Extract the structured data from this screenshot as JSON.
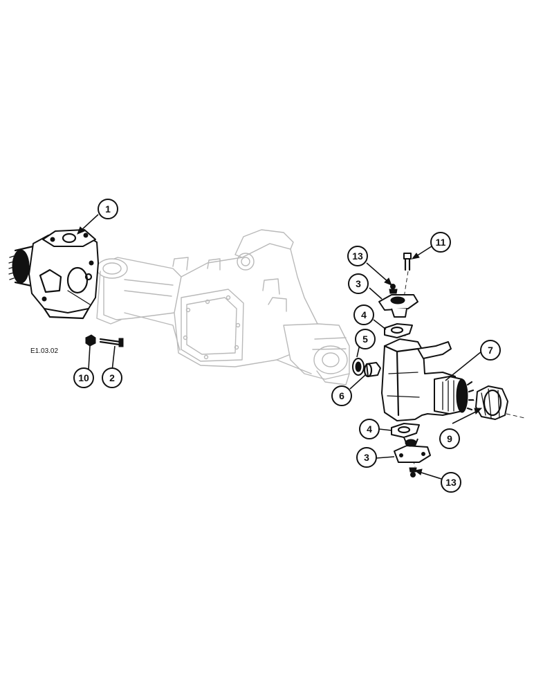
{
  "figure": {
    "reference_code": "E1.03.02"
  },
  "callouts": [
    {
      "id": "c1",
      "label": "1"
    },
    {
      "id": "c11",
      "label": "11"
    },
    {
      "id": "c13a",
      "label": "13"
    },
    {
      "id": "c3a",
      "label": "3"
    },
    {
      "id": "c4a",
      "label": "4"
    },
    {
      "id": "c5",
      "label": "5"
    },
    {
      "id": "c7",
      "label": "7"
    },
    {
      "id": "c6",
      "label": "6"
    },
    {
      "id": "c10",
      "label": "10"
    },
    {
      "id": "c2",
      "label": "2"
    },
    {
      "id": "c4b",
      "label": "4"
    },
    {
      "id": "c9",
      "label": "9"
    },
    {
      "id": "c3b",
      "label": "3"
    },
    {
      "id": "c13b",
      "label": "13"
    }
  ]
}
